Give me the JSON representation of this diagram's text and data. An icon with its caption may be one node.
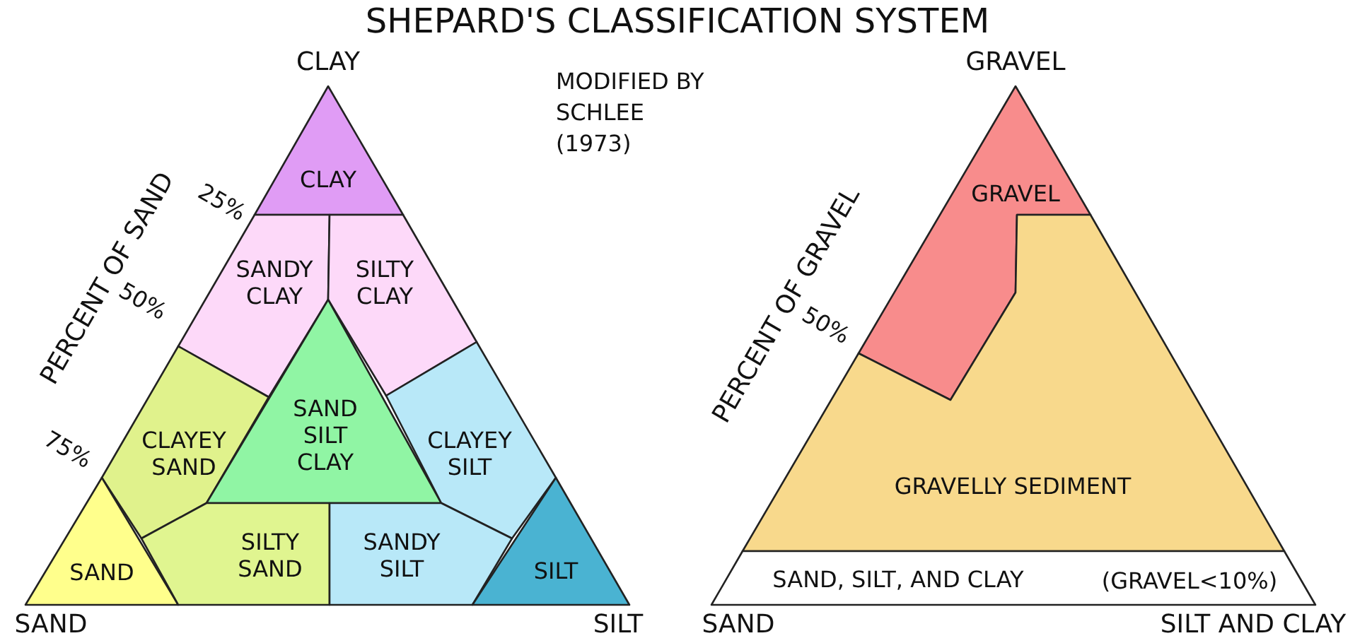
{
  "diagram": {
    "title": "SHEPARD'S CLASSIFICATION SYSTEM",
    "nodes": [
      {
        "text": [
          "CLAY"
        ]
      },
      {
        "text": [
          "SANDY CLAY"
        ]
      },
      {
        "text": [
          "SILTY CLAY"
        ]
      },
      {
        "text": [
          "CLAYEY SAND"
        ]
      },
      {
        "text": [
          "SAND SILT CLAY"
        ]
      },
      {
        "text": [
          "CLAYEY SILT"
        ]
      },
      {
        "text": [
          "SAND"
        ]
      },
      {
        "text": [
          "SILTY SAND"
        ]
      },
      {
        "text": [
          "SANDY SILT"
        ]
      },
      {
        "text": [
          "SILT"
        ]
      },
      {
        "text": [
          "GRAVEL"
        ]
      },
      {
        "text": [
          "GRAVELLY SEDIMENT"
        ]
      },
      {
        "text": [
          "SAND, SILT, AND CLAY",
          "(GRAVEL<10%)"
        ]
      }
    ],
    "labels": [
      "CLAY",
      "MODIFIED BY SCHLEE (1973)",
      "GRAVEL",
      "PERCENT OF SAND",
      "25%",
      "PERCENT OF GRAVEL",
      "50%",
      "50%",
      "75%",
      "SAND",
      "SILT",
      "SAND",
      "SILT AND CLAY"
    ]
  }
}
